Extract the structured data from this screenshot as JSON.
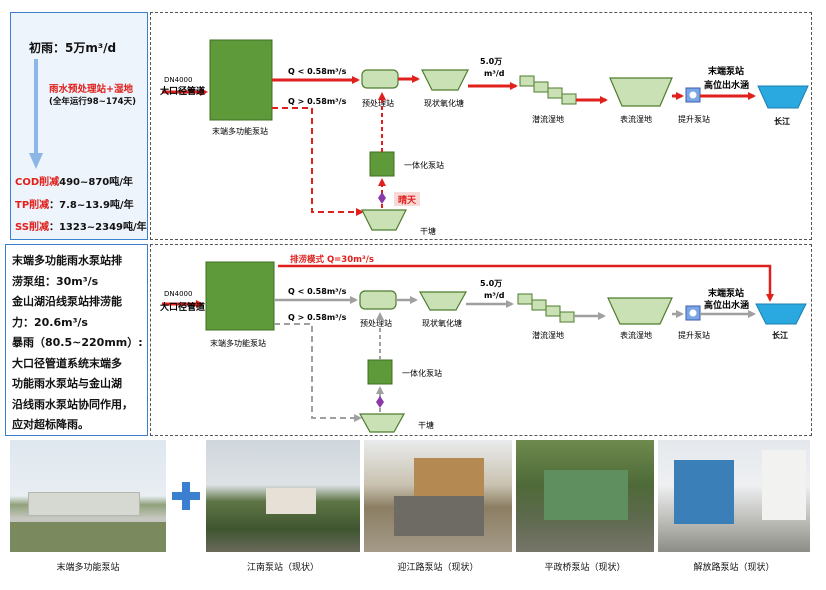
{
  "top_left": {
    "initial_rain": "初雨：5万m³/d",
    "system": "雨水预处理站+湿地",
    "annual": "(全年运行98~174天)",
    "cod_label": "COD削减",
    "cod_value": "490~870吨/年",
    "tp_label": "TP削减",
    "tp_value": "：7.8~13.9吨/年",
    "ss_label": "SS削减",
    "ss_value": "：1323~2349吨/年"
  },
  "bottom_left": {
    "lines": [
      "末端多功能雨水泵站排",
      "涝泵组：30m³/s",
      "金山湖沿线泵站排涝能",
      "力：20.6m³/s",
      "暴雨（80.5~220mm）:",
      "大口径管道系统末端多",
      "功能雨水泵站与金山湖",
      "沿线雨水泵站协同作用，",
      "应对超标降雨。"
    ]
  },
  "diagram_top": {
    "pipe_spec": "DN4000",
    "pipe_name": "大口径管道",
    "pump_station": "末端多功能泵站",
    "q_low": "Q < 0.58m³/s",
    "q_high": "Q > 0.58m³/s",
    "pretreatment": "预处理站",
    "oxidation_pond": "现状氧化塘",
    "flow_value": "5.0万",
    "flow_unit": "m³/d",
    "subsurface_wetland": "潜流湿地",
    "surface_wetland": "表流湿地",
    "lift_station": "提升泵站",
    "outlet_title": "末端泵站",
    "outlet_sub": "高位出水涵",
    "river": "长江",
    "integrated_station": "一体化泵站",
    "sunny": "晴天",
    "dry_pond": "干塘"
  },
  "diagram_bottom": {
    "drain_mode": "排涝模式 Q=30m³/s",
    "pipe_spec": "DN4000",
    "pipe_name": "大口径管道",
    "pump_station": "末端多功能泵站",
    "q_low": "Q < 0.58m³/s",
    "q_high": "Q > 0.58m³/s",
    "pretreatment": "预处理站",
    "oxidation_pond": "现状氧化塘",
    "flow_value": "5.0万",
    "flow_unit": "m³/d",
    "subsurface_wetland": "潜流湿地",
    "surface_wetland": "表流湿地",
    "lift_station": "提升泵站",
    "outlet_title": "末端泵站",
    "outlet_sub": "高位出水涵",
    "river": "长江",
    "integrated_station": "一体化泵站",
    "dry_pond": "干塘"
  },
  "photos": [
    "末端多功能泵站",
    "江南泵站（现状）",
    "迎江路泵站（现状）",
    "平政桥泵站（现状）",
    "解放路泵站（现状）"
  ],
  "colors": {
    "flow_red": "#e0201c",
    "flow_gray": "#a0a0a0",
    "station_green": "#5f9a3a",
    "wetland_green": "#c9e1b4",
    "accent_blue": "#3b7fd1",
    "purple": "#8a3aa8"
  }
}
